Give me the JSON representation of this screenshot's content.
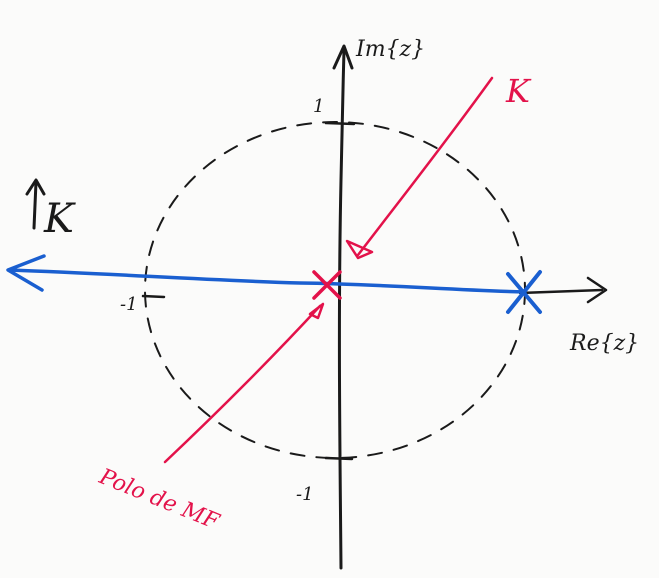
{
  "colors": {
    "ink": "#1a1a1a",
    "pink": "#e3124a",
    "blue": "#1a5fd0",
    "paper": "#fbfbfa"
  },
  "axes": {
    "imag_label": "Im{z}",
    "real_label": "Re{z}",
    "tick_top": "1",
    "tick_bottom": "-1",
    "tick_left": "-1"
  },
  "annotations": {
    "k_red": "K",
    "k_black": "K",
    "pole_note": "Polo de MF"
  },
  "icons": {
    "pole_marker": "cross-icon",
    "k_direction": "arrow-up-icon"
  }
}
